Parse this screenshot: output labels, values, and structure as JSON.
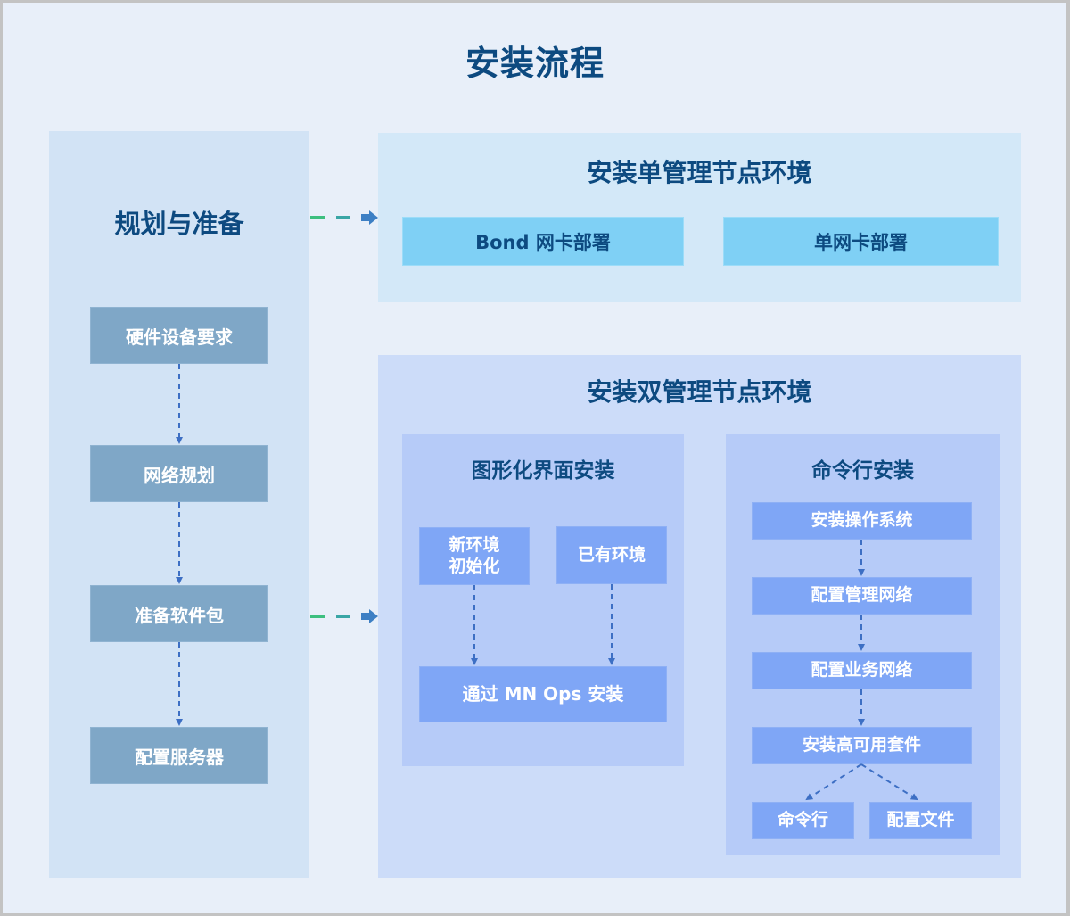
{
  "title": "安装流程",
  "planning": {
    "title": "规划与准备",
    "steps": [
      "硬件设备要求",
      "网络规划",
      "准备软件包",
      "配置服务器"
    ]
  },
  "single_node": {
    "title": "安装单管理节点环境",
    "options": [
      "Bond 网卡部署",
      "单网卡部署"
    ]
  },
  "dual_node": {
    "title": "安装双管理节点环境",
    "gui": {
      "title": "图形化界面安装",
      "sources": [
        "新环境\n初始化",
        "已有环境"
      ],
      "source_new_line1": "新环境",
      "source_new_line2": "初始化",
      "target": "通过 MN Ops 安装"
    },
    "cli": {
      "title": "命令行安装",
      "steps": [
        "安装操作系统",
        "配置管理网络",
        "配置业务网络",
        "安装高可用套件"
      ],
      "branches": [
        "命令行",
        "配置文件"
      ]
    }
  },
  "colors": {
    "title_text": "#0d4a80",
    "planning_panel": "#d2e3f5",
    "planning_step": "#7fa7c7",
    "single_panel": "#d3e8f8",
    "nic_box": "#7fd0f5",
    "dual_panel": "#ccdcf9",
    "sub_panel": "#b6cbf8",
    "blue_box": "#7fa6f6",
    "connector_arrow": "#3d6fc4",
    "connector_green": "#3dbf7f",
    "connector_teal": "#3aa6a6"
  }
}
